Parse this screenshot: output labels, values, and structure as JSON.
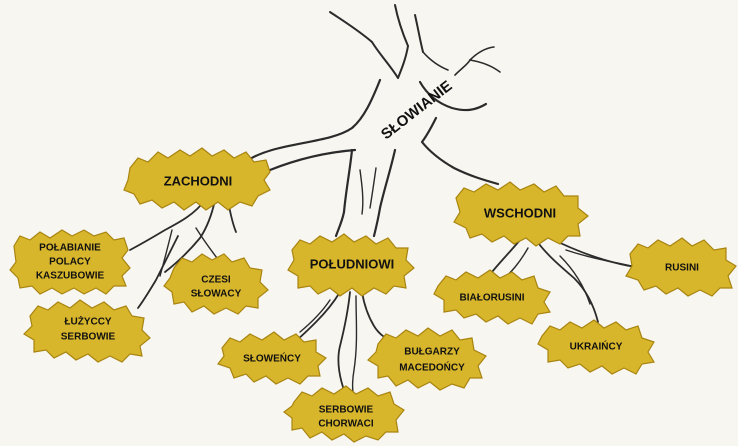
{
  "diagram": {
    "root": "SŁOWIANIE",
    "branches": [
      {
        "id": "zachodni",
        "label": "ZACHODNI",
        "groups": [
          {
            "id": "polabianie",
            "lines": [
              "POŁABIANIE",
              "POLACY",
              "KASZUBOWIE"
            ]
          },
          {
            "id": "czesi",
            "lines": [
              "CZESI",
              "SŁOWACY"
            ]
          },
          {
            "id": "luzyccy",
            "lines": [
              "ŁUŻYCCY",
              "SERBOWIE"
            ]
          }
        ]
      },
      {
        "id": "poludniowi",
        "label": "POŁUDNIOWI",
        "groups": [
          {
            "id": "slowency",
            "lines": [
              "SŁOWEŃCY"
            ]
          },
          {
            "id": "bulgarzy",
            "lines": [
              "BUŁGARZY",
              "MACEDOŃCY"
            ]
          },
          {
            "id": "serbowie",
            "lines": [
              "SERBOWIE",
              "CHORWACI"
            ]
          }
        ]
      },
      {
        "id": "wschodni",
        "label": "WSCHODNI",
        "groups": [
          {
            "id": "bialorusini",
            "lines": [
              "BIAŁORUSINI"
            ]
          },
          {
            "id": "ukraincy",
            "lines": [
              "UKRAIŃCY"
            ]
          },
          {
            "id": "rusini",
            "lines": [
              "RUSINI"
            ]
          }
        ]
      }
    ],
    "colors": {
      "blob_fill": "#d8b62c",
      "blob_edge": "#a88410",
      "ink": "#2b2b2b",
      "background": "#f7f6f1"
    }
  }
}
